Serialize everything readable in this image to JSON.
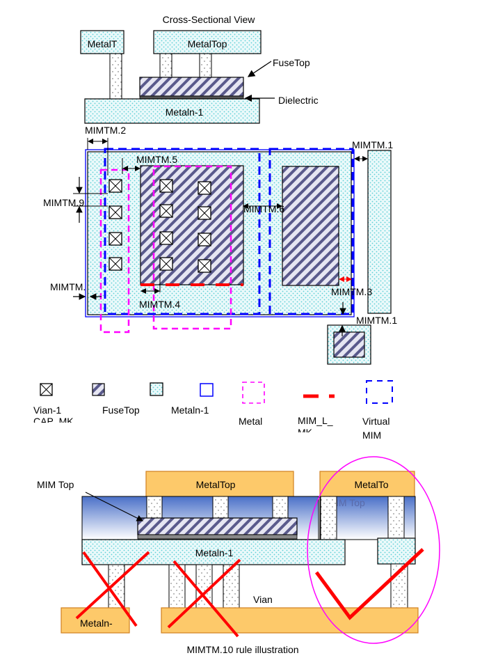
{
  "cross_section": {
    "title": "Cross-Sectional View",
    "metal_top_left": "MetalT",
    "metal_top": "MetalTop",
    "fuse_top": "FuseTop",
    "dielectric": "Dielectric",
    "metal_n1": "Metaln-1"
  },
  "layout_view": {
    "rules": {
      "mimtm1_top": "MIMTM.1",
      "mimtm1_bottom": "MIMTM.1",
      "mimtm2": "MIMTM.2",
      "mimtm3": "MIMTM.3",
      "mimtm4": "MIMTM.4",
      "mimtm5": "MIMTM.5",
      "mimtm6": "MIMTM.6",
      "mimtm9": "MIMTM.9",
      "mimtm_left": "MIMTM."
    }
  },
  "legend": {
    "items": [
      {
        "icon": "via-x-icon",
        "label": "Vian-1",
        "label2": "CAP_MK"
      },
      {
        "icon": "fusetop-hatch-icon",
        "label": "FuseTop"
      },
      {
        "icon": "dotted-metal-icon",
        "label": ""
      },
      {
        "icon": "blue-box-icon",
        "label": "Metaln-1"
      },
      {
        "icon": "magenta-dash-box-icon",
        "label": "Metal"
      },
      {
        "icon": "red-dash-line-icon",
        "label": "MIM_L_",
        "label2": "MK"
      },
      {
        "icon": "blue-dash-box-icon",
        "label": "Virtual",
        "label2": "MIM"
      }
    ]
  },
  "rule10": {
    "mim_top_callout": "MIM Top",
    "metal_top": "MetalTop",
    "metal_top_right": "MetalTo",
    "mim_top_ghost": "IM Top",
    "metal_n1": "Metaln-1",
    "metal_n_left": "Metaln-",
    "vian": "Vian",
    "caption": "MIMTM.10 rule illustration"
  },
  "colors": {
    "cyan_dot": "#5ccfd6",
    "hatch": "#5a5a8c",
    "blue": "#0000ff",
    "magenta": "#ff00ff",
    "red": "#ff0000",
    "orange_fill": "#fdc96a",
    "orange_stroke": "#d08020"
  }
}
